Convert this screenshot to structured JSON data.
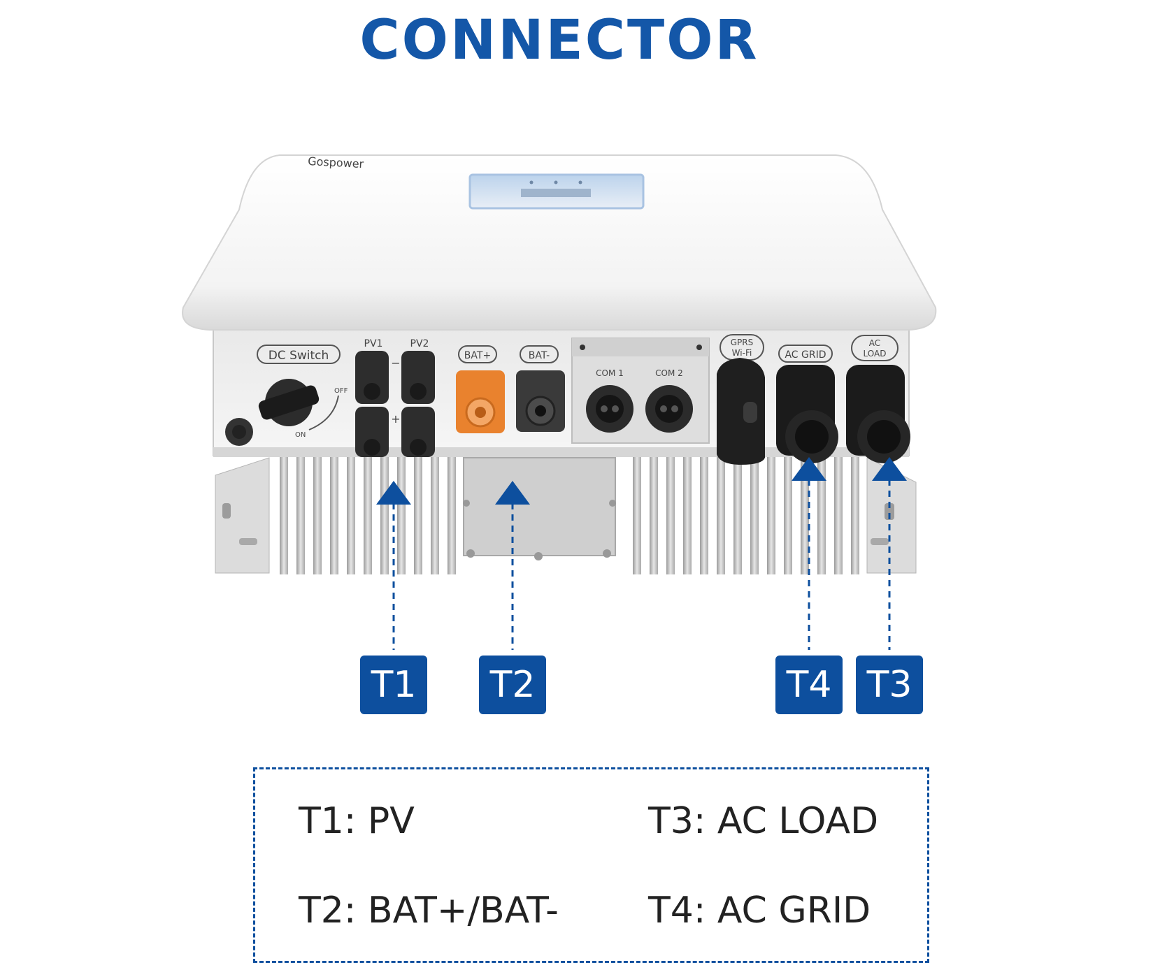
{
  "title": "CONNECTOR",
  "device": {
    "brand": "Gospower",
    "port_labels": {
      "dc_switch": "DC Switch",
      "off": "OFF",
      "on": "ON",
      "pv1": "PV1",
      "pv2": "PV2",
      "minus": "−",
      "plus": "+",
      "bat_plus": "BAT+",
      "bat_minus": "BAT-",
      "com1": "COM 1",
      "com2": "COM 2",
      "gprs": "GPRS",
      "wifi": "Wi-Fi",
      "ac_grid": "AC GRID",
      "ac": "AC",
      "load": "LOAD"
    }
  },
  "callouts": [
    {
      "id": "T1"
    },
    {
      "id": "T2"
    },
    {
      "id": "T4"
    },
    {
      "id": "T3"
    }
  ],
  "legend": [
    {
      "text": "T1: PV"
    },
    {
      "text": "T3: AC LOAD"
    },
    {
      "text": "T2: BAT+/BAT-"
    },
    {
      "text": "T4: AC GRID"
    }
  ],
  "colors": {
    "accent": "#1457a8",
    "badge": "#0d4f9e",
    "bat_plus_orange": "#e9822e"
  }
}
